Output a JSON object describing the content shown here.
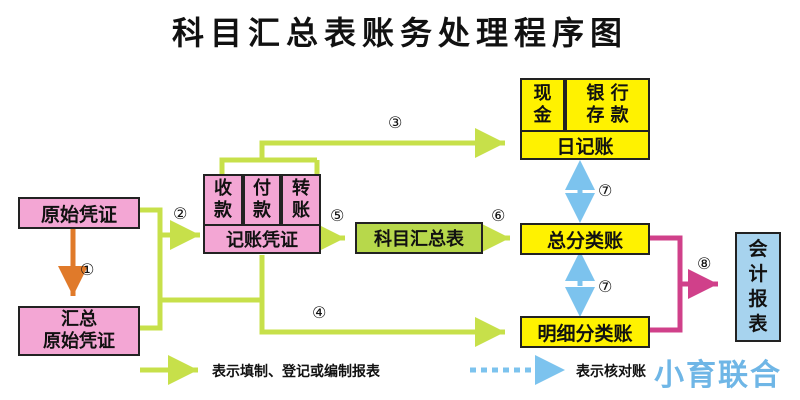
{
  "title": "科目汇总表账务处理程序图",
  "boxes": {
    "original": "原始凭证",
    "summary_original": "汇总\n原始凭证",
    "receive": "收\n款",
    "pay": "付\n款",
    "transfer": "转\n账",
    "voucher": "记账凭证",
    "subject_summary": "科目汇总表",
    "cash": "现\n金",
    "bank": "银 行\n存 款",
    "journal": "日记账",
    "general_ledger": "总分类账",
    "detail_ledger": "明细分类账",
    "report": "会\n计\n报\n表"
  },
  "steps": [
    "①",
    "②",
    "③",
    "④",
    "⑤",
    "⑥",
    "⑦",
    "⑦",
    "⑧"
  ],
  "legend": {
    "solid": "表示填制、登记或编制报表",
    "dashed": "表示核对账"
  },
  "watermark": "小育联合",
  "colors": {
    "pink": "#f3a6d4",
    "yellow": "#fff200",
    "green": "#b7d84b",
    "blue": "#a7d3ee",
    "arrow_green": "#c7e04a",
    "arrow_orange": "#e07a2a",
    "arrow_magenta": "#d0408a",
    "dash_blue": "#7cc3ee"
  }
}
